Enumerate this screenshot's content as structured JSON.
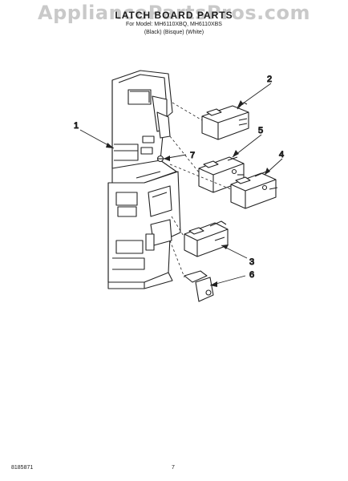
{
  "header": {
    "watermark": "AppliancePartsPros.com",
    "title": "LATCH BOARD PARTS",
    "model_line": "For Model: MH6110XBQ, MH6110XBS",
    "color_line": "(Black)   (Bisque)   (White)"
  },
  "callouts": {
    "c1": "1",
    "c2": "2",
    "c3": "3",
    "c4": "4",
    "c5": "5",
    "c6": "6",
    "c7": "7"
  },
  "footer": {
    "doc_number": "8185871",
    "page": "7"
  }
}
